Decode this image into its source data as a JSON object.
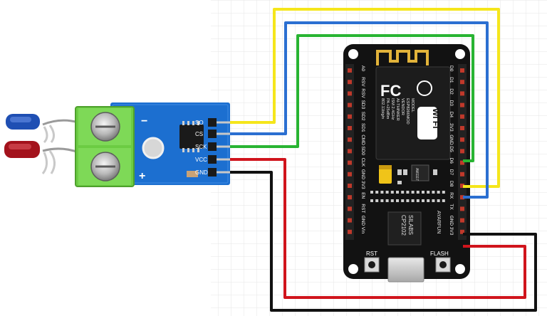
{
  "colors": {
    "wire_yellow": "#f5e61b",
    "wire_blue": "#2b6fd1",
    "wire_green": "#28b432",
    "wire_red": "#d0141c",
    "wire_black": "#111111",
    "module_pcb": "#1c6fd0",
    "terminal_block": "#7ed957",
    "mcu_pcb": "#121212",
    "header_pin": "#c0392b",
    "gold": "#e2b33a"
  },
  "max6675": {
    "pins": [
      "SO",
      "CS",
      "SCK",
      "VCC",
      "GND"
    ],
    "minus_sign": "−",
    "plus_sign": "+"
  },
  "nodemcu": {
    "left_pins": [
      "A0",
      "RSV",
      "RSV",
      "SD3",
      "SD2",
      "SD1",
      "CMD",
      "SD0",
      "CLK",
      "GND",
      "3V3",
      "EN",
      "RST",
      "GND",
      "Vin"
    ],
    "right_pins": [
      "D0",
      "D1",
      "D2",
      "D3",
      "D4",
      "3V3",
      "GND",
      "D5",
      "D6",
      "D7",
      "D8",
      "RX",
      "TX",
      "GND",
      "3V3"
    ],
    "fcc_logo": "FC",
    "wifi_badge": "Wi Fi",
    "module_text": [
      "MODEL",
      "ESP8266MOD",
      "VENDOR",
      "AI-THINKER",
      "ISM 2.4GHz",
      "PA +25dBm",
      "802.11b/g/n"
    ],
    "chip_text": [
      "SILABS",
      "CP2102"
    ],
    "regulator_text": "AM1117",
    "side_text": "AYARFUN",
    "rst_label": "RST",
    "flash_label": "FLASH"
  }
}
